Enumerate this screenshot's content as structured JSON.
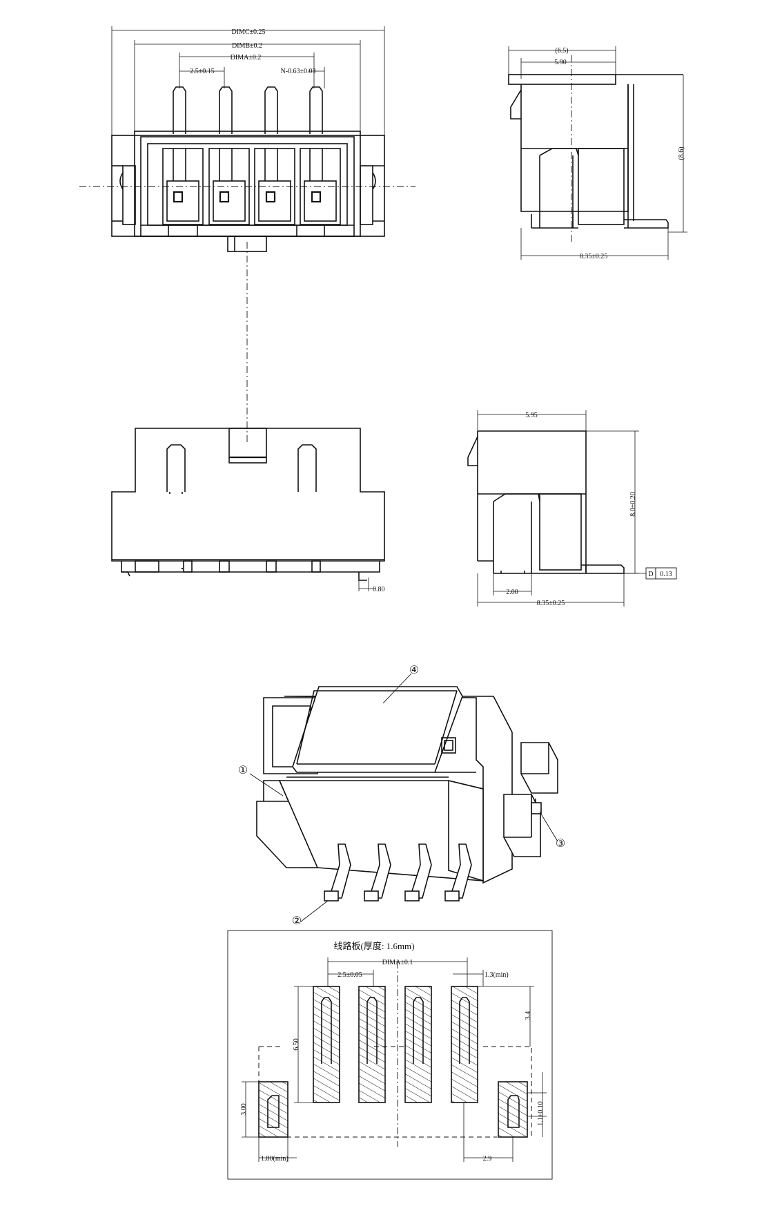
{
  "front_view": {
    "dim_c": "DIMC±0.25",
    "dim_b": "DIMB±0.2",
    "dim_a": "DIMA±0.2",
    "pitch": "2.5±0.15",
    "pin_width": "N-0.63±0.03"
  },
  "side_view_top": {
    "overall_width": "(6.5)",
    "body_width": "5.90",
    "height": "(8.6)",
    "depth": "8.35±0.25"
  },
  "bottom_view": {
    "lead_offset": "0.80"
  },
  "side_view_bottom": {
    "width": "5.95",
    "height": "8.0±0.20",
    "lead_dim": "2.00",
    "depth": "8.35±0.25",
    "flatness_symbol": "D",
    "flatness_value": "0.13"
  },
  "isometric": {
    "callouts": [
      "④",
      "①",
      "③",
      "②"
    ]
  },
  "pcb_layout": {
    "title": "线路板(厚度: 1.6mm)",
    "dim_a": "DIMA±0.1",
    "pitch": "2.5±0.05",
    "pad_width_min": "1.3(min)",
    "pad_length": "6.50",
    "pad_offset": "3.4",
    "mount_pad_height": "3.00",
    "mount_pad_width_min": "1.80(min)",
    "mount_slot": "1.1±0.10",
    "mount_spacing": "2.9"
  }
}
